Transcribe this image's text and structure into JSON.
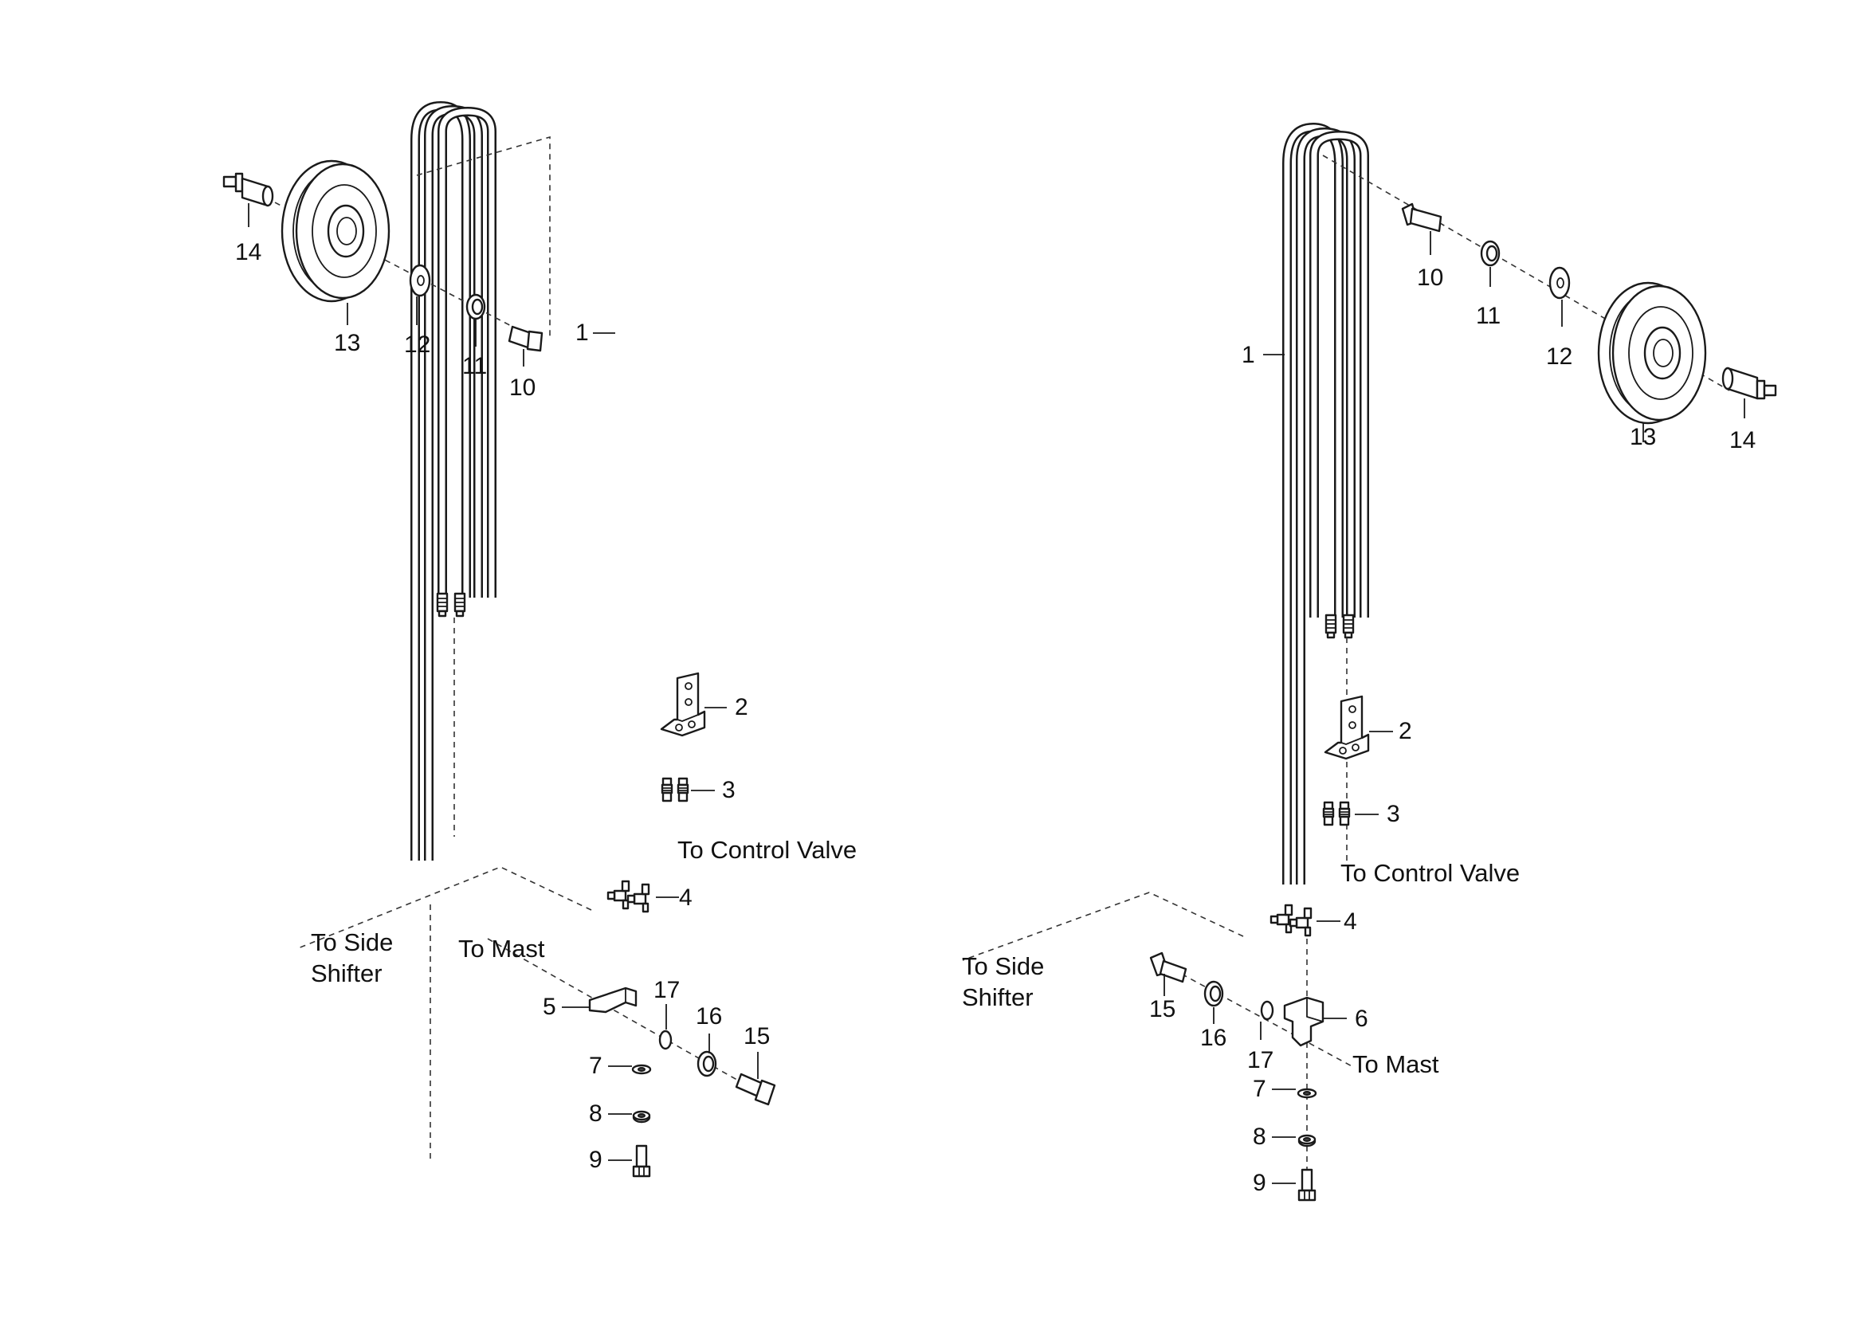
{
  "labels": {
    "control_valve": "To Control Valve",
    "side_shifter_line1": "To Side",
    "side_shifter_line2": "Shifter",
    "mast": "To Mast"
  },
  "callouts": {
    "n1": "1",
    "n2": "2",
    "n3": "3",
    "n4": "4",
    "n5": "5",
    "n6": "6",
    "n7": "7",
    "n8": "8",
    "n9": "9",
    "n10": "10",
    "n11": "11",
    "n12": "12",
    "n13": "13",
    "n14": "14",
    "n15": "15",
    "n16": "16",
    "n17": "17"
  }
}
